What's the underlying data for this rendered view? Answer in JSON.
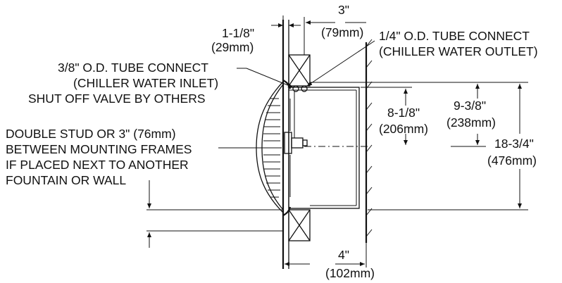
{
  "colors": {
    "line": "#111111",
    "background": "#ffffff"
  },
  "labels": {
    "dim_top_3": "3\"",
    "dim_top_3_mm": "(79mm)",
    "dim_1_1_8": "1-1/8\"",
    "dim_1_1_8_mm": "(29mm)",
    "outlet_line1": "1/4\" O.D. TUBE CONNECT",
    "outlet_line2": "(CHILLER WATER OUTLET)",
    "inlet_line1": "3/8\" O.D. TUBE CONNECT",
    "inlet_line2": "(CHILLER WATER INLET)",
    "inlet_line3": "SHUT OFF VALVE BY OTHERS",
    "stud_line1": "DOUBLE STUD OR 3\" (76mm)",
    "stud_line2": "BETWEEN MOUNTING FRAMES",
    "stud_line3": "IF PLACED NEXT TO ANOTHER",
    "stud_line4": "FOUNTAIN OR WALL",
    "dim_8_1_8": "8-1/8\"",
    "dim_8_1_8_mm": "(206mm)",
    "dim_9_3_8": "9-3/8\"",
    "dim_9_3_8_mm": "(238mm)",
    "dim_18_3_4": "18-3/4\"",
    "dim_18_3_4_mm": "(476mm)",
    "dim_4": "4\"",
    "dim_4_mm": "(102mm)"
  }
}
